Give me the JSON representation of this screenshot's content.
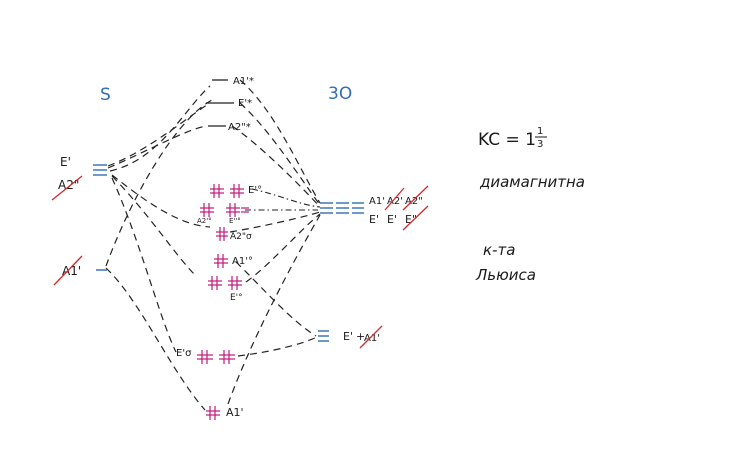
{
  "columns": {
    "left_header": "S",
    "right_header": "3O"
  },
  "left_orbitals": {
    "upper_label_1": "E'",
    "upper_label_2": "A2\"",
    "lower_label": "A1'"
  },
  "mo_levels": {
    "a1_star": "A1'*",
    "e_star": "E'*",
    "a2_star": "A2\"*",
    "e_nb_upper": "E'°",
    "a2_nb_small": "A2'°",
    "e_nb_small": "E''°",
    "a2_nb_sigma": "A2\"σ",
    "a1_nb": "A1'°",
    "e_nb_lower": "E'°",
    "e_sigma": "E'σ",
    "a1_bonding": "A1'"
  },
  "right_orbitals": {
    "upper_labels": [
      "A1'",
      "A2'",
      "A2\"",
      "E'",
      "E'",
      "E\""
    ],
    "lower_label_e": "E'",
    "lower_label_plus": "+",
    "lower_label_a1": "A1'"
  },
  "notes": {
    "bond_order": "KC = 1",
    "bond_order_frac_num": "1",
    "bond_order_frac_den": "3",
    "magnetism": "диамагнитна",
    "lewis_line1": "к-та",
    "lewis_line2": "Льюиса"
  },
  "colors": {
    "ink": "#1a1a1a",
    "blue": "#2f6db5",
    "pink": "#c2187a",
    "red": "#d42a2a"
  }
}
